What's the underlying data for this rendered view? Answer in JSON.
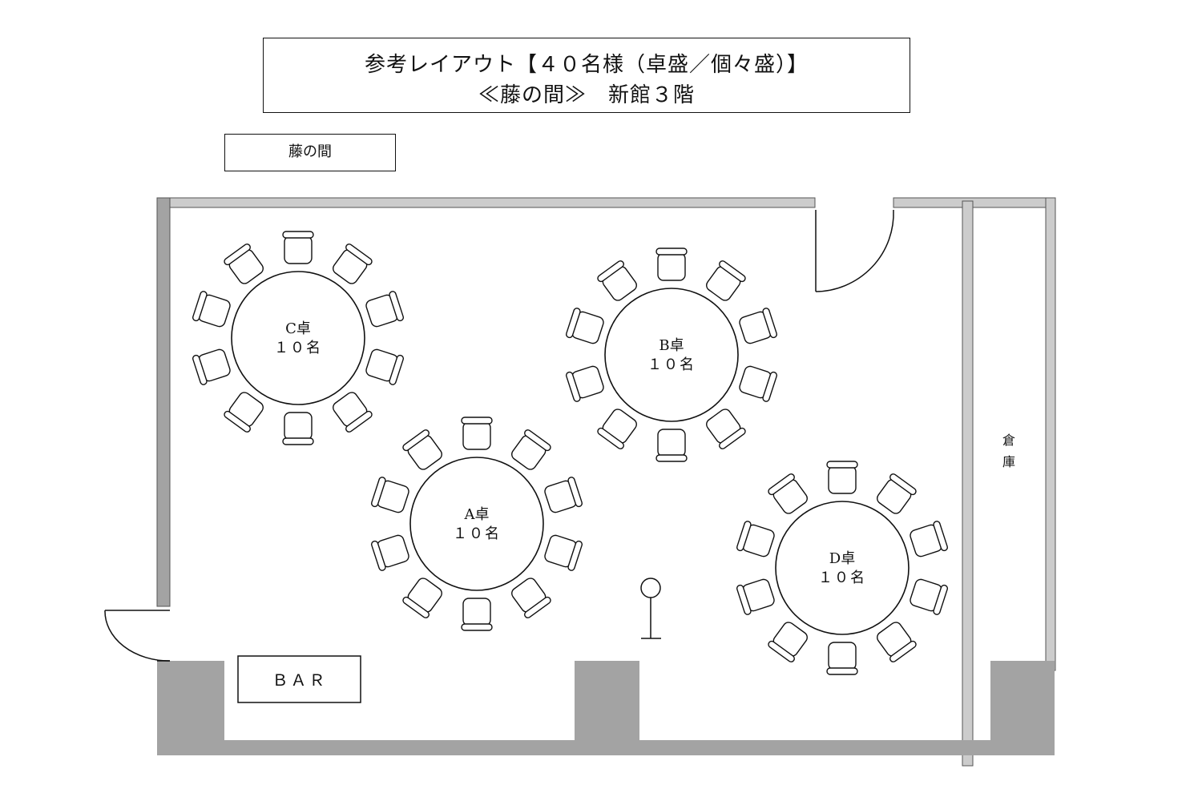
{
  "title": {
    "line1": "参考レイアウト【４０名様（卓盛／個々盛）】",
    "line2": "≪藤の間≫　新館３階"
  },
  "room_name": "藤の間",
  "bar_label": "ＢＡＲ",
  "storage_label": [
    "倉",
    "庫"
  ],
  "tables": [
    {
      "id": "C",
      "name": "C卓",
      "seats": "１０名",
      "chairs": 10
    },
    {
      "id": "B",
      "name": "B卓",
      "seats": "１０名",
      "chairs": 10
    },
    {
      "id": "A",
      "name": "A卓",
      "seats": "１０名",
      "chairs": 10
    },
    {
      "id": "D",
      "name": "D卓",
      "seats": "１０名",
      "chairs": 10
    }
  ],
  "colors": {
    "wall": "#a3a3a3",
    "line": "#111111"
  }
}
